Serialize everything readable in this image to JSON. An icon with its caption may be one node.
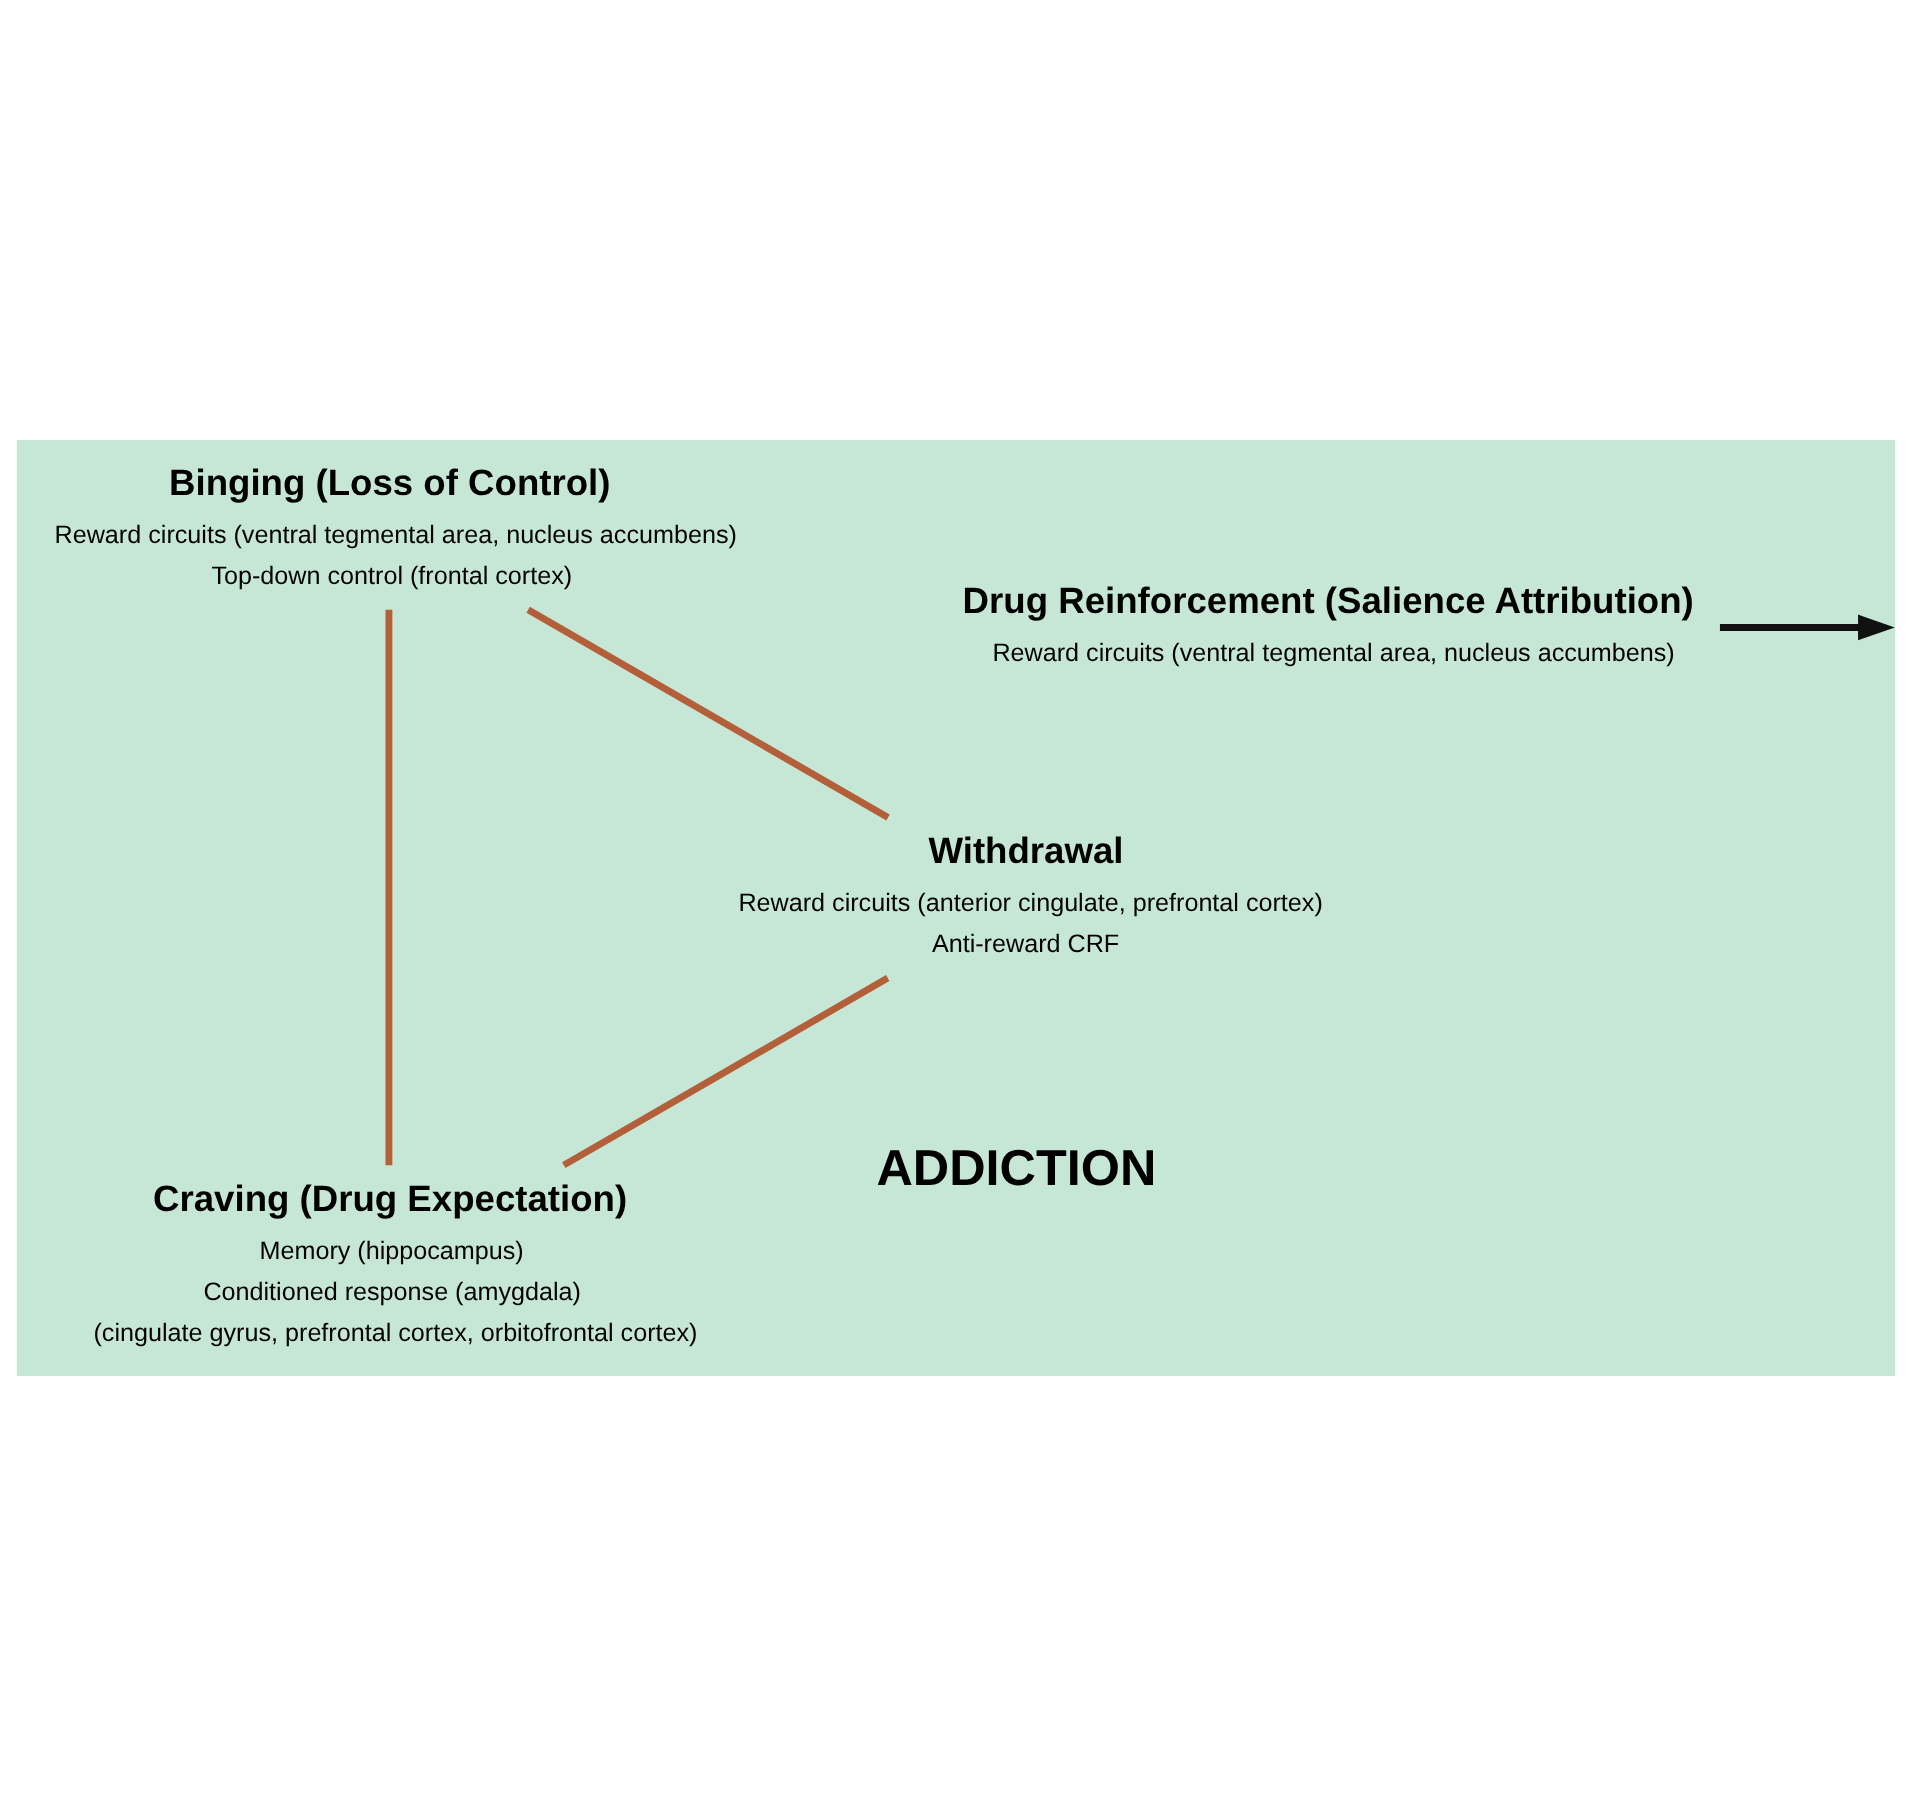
{
  "diagram": {
    "nodes": [
      {
        "text": [
          "Drug Reinforcement (Salience Attribution)"
        ],
        "beside": [
          "Reward circuits (ventral tegmental area, nucleus accumbens)"
        ]
      },
      {
        "text": [
          "Craving (Drug Expectation)"
        ],
        "beside": [
          "Memory (hippocampus)",
          "Conditioned response (amygdala)",
          "(cingulate gyrus, prefrontal cortex, orbitofrontal cortex)"
        ]
      },
      {
        "text": [
          "Binging (Loss of Control)"
        ],
        "beside": [
          "Reward circuits (ventral tegmental area, nucleus accumbens)",
          "Top-down control (frontal cortex)"
        ]
      },
      {
        "text": [
          "Withdrawal"
        ],
        "beside": [
          "Reward circuits (anterior cingulate, prefrontal cortex)",
          "Anti-reward CRF"
        ]
      }
    ],
    "edges": [
      {
        "from": 0,
        "to": null,
        "arrow": "to",
        "color": "#111111"
      },
      {
        "from": 3,
        "to": 1,
        "arrow": "none"
      },
      {
        "from": 1,
        "to": 2,
        "arrow": "none"
      },
      {
        "from": 2,
        "to": 3,
        "arrow": "none"
      }
    ],
    "labels": [
      "ADDICTION"
    ]
  }
}
